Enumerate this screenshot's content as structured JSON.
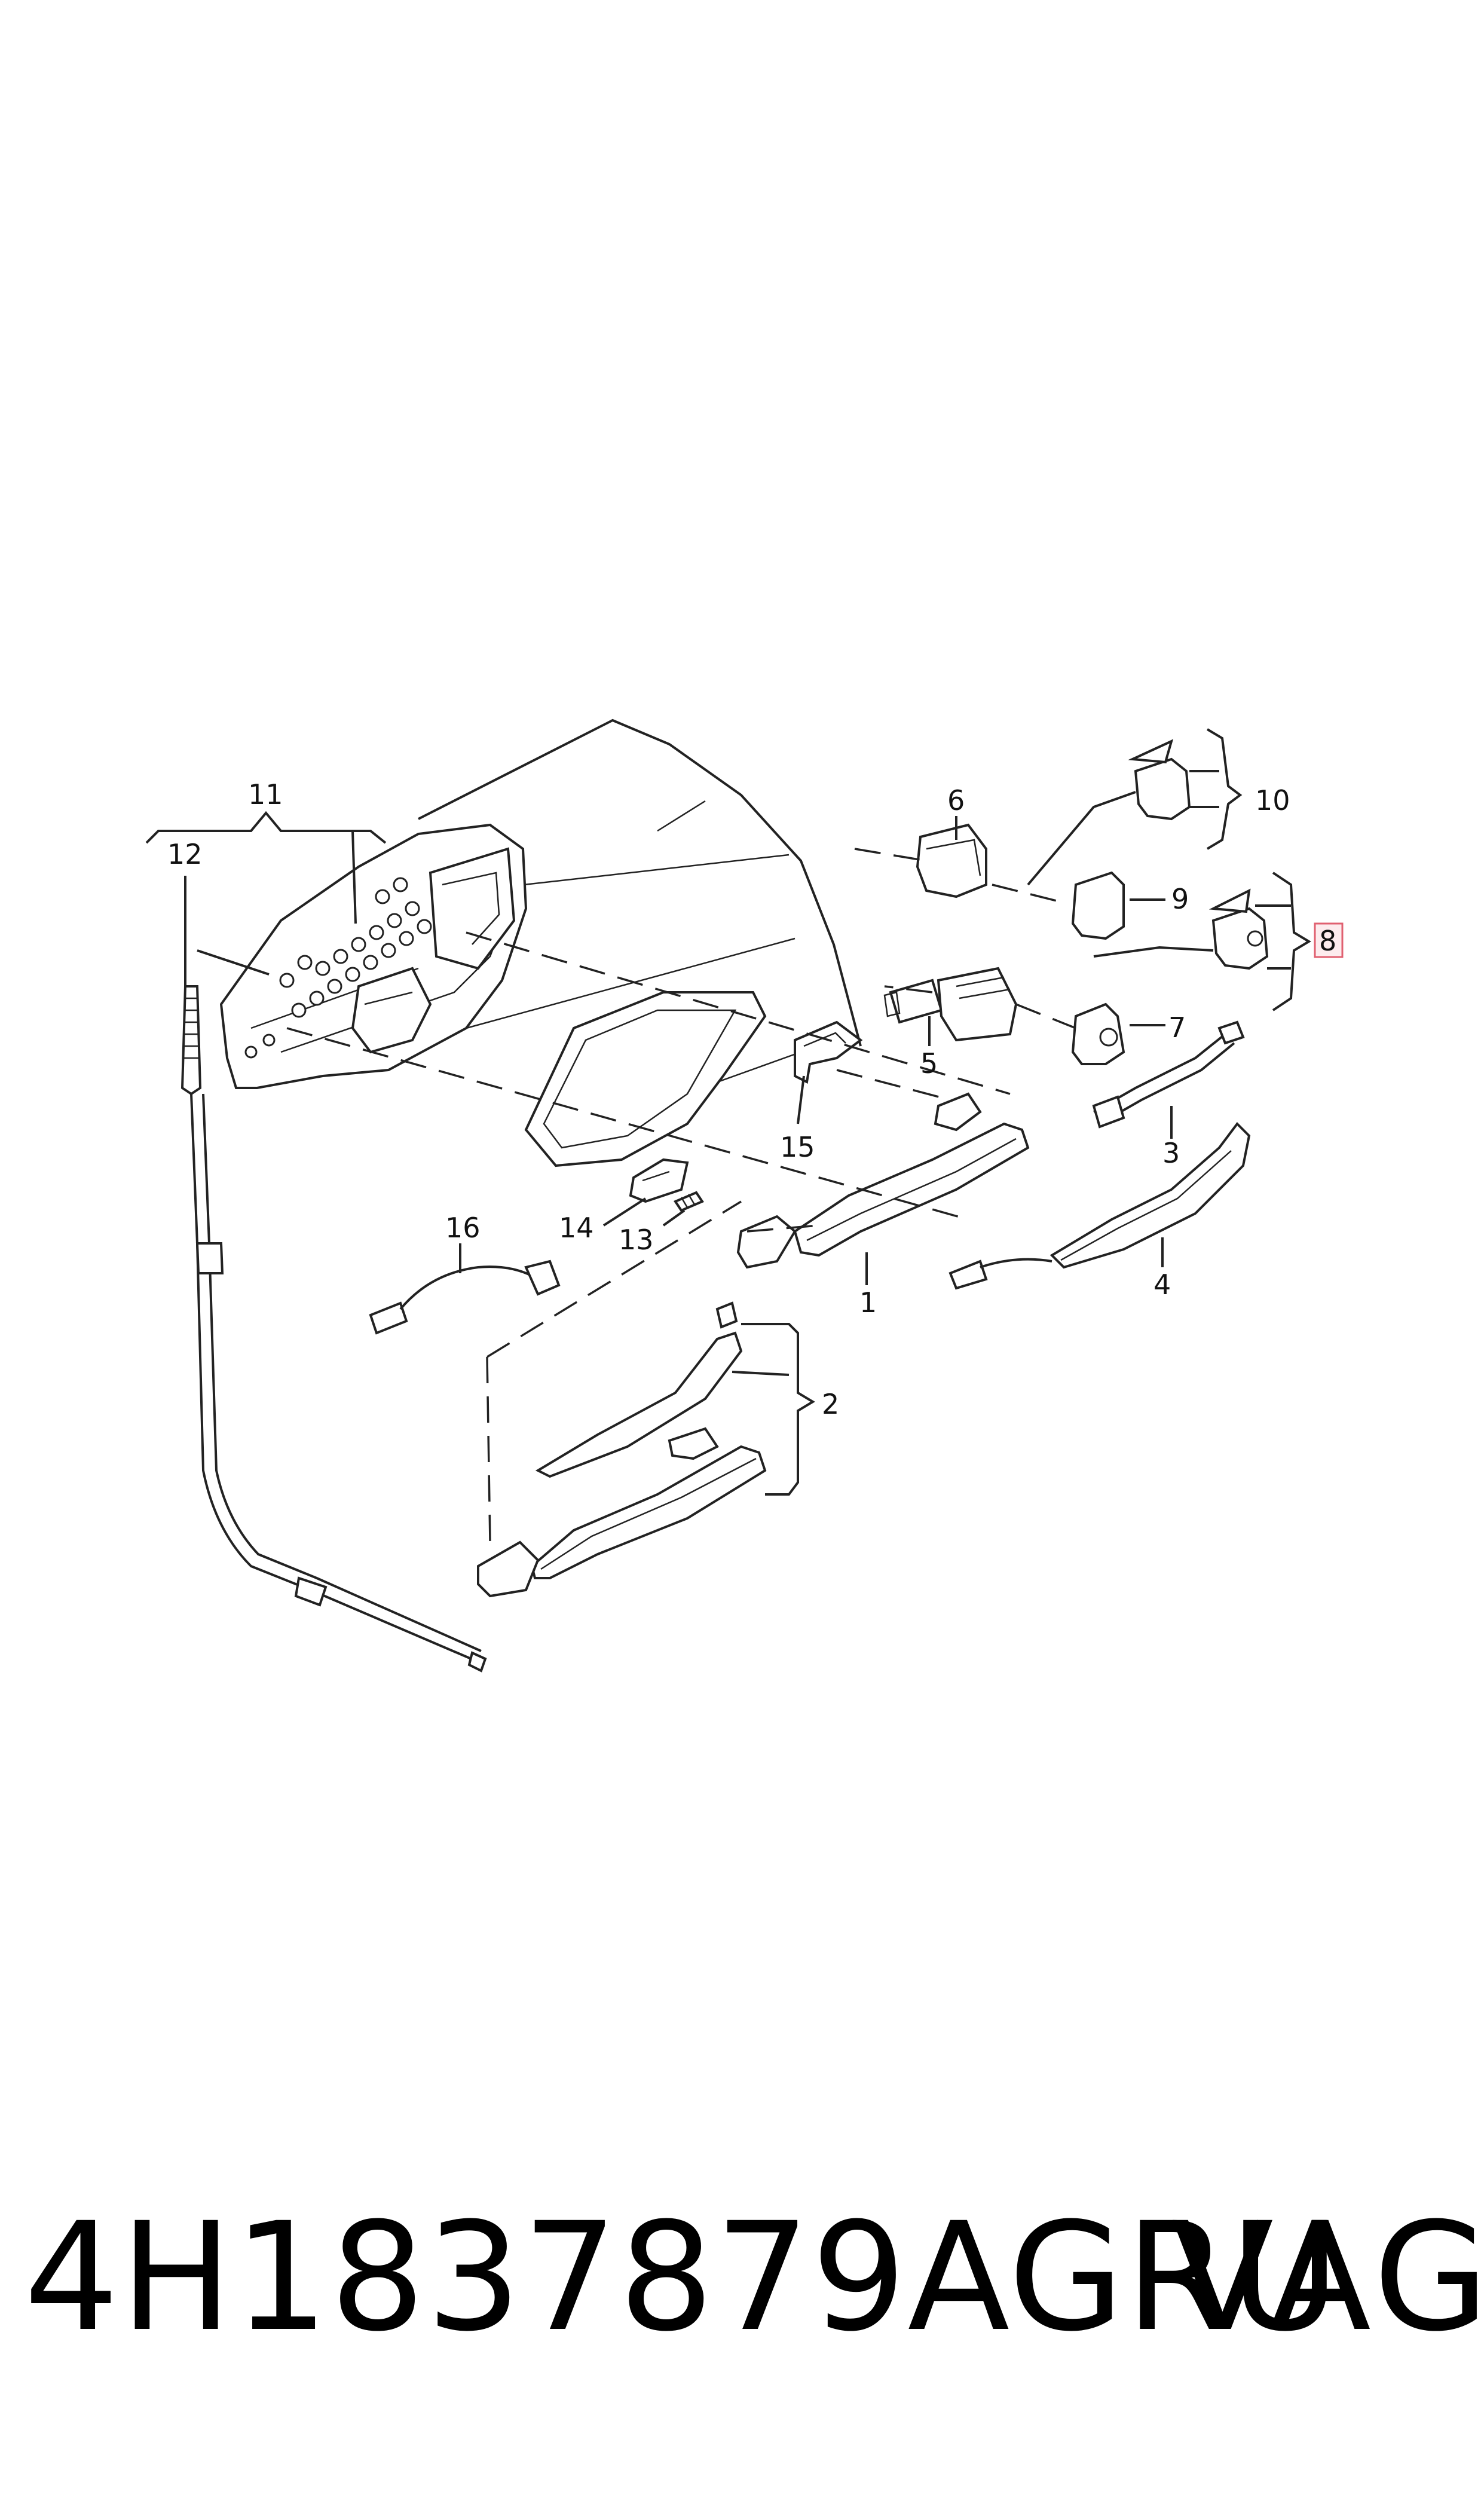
{
  "labels": {
    "p1": "1",
    "p2": "2",
    "p3": "3",
    "p4": "4",
    "p5": "5",
    "p6": "6",
    "p7": "7",
    "p8": "8",
    "p9": "9",
    "p10": "10",
    "p11": "11",
    "p12": "12",
    "p13": "13",
    "p14": "14",
    "p15": "15",
    "p16": "16"
  },
  "highlight_color": "#e06070",
  "part_number": "4H1837879AGRU",
  "brand": "VAG"
}
